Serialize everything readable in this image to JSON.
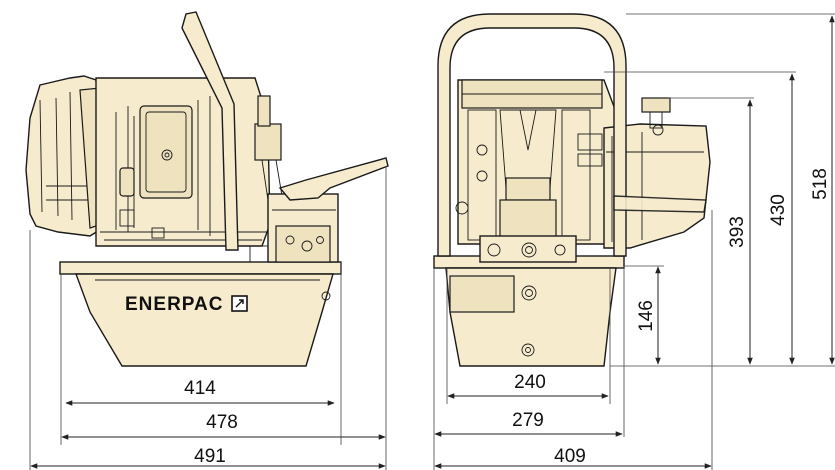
{
  "brand_text": "ENERPAC",
  "side_view": {
    "dimensions": {
      "reservoir_width": "414",
      "base_width": "478",
      "overall_length": "491"
    }
  },
  "front_view": {
    "dimensions": {
      "reservoir_width": "240",
      "base_width": "279",
      "overall_width": "409",
      "reservoir_height": "146",
      "motor_height": "393",
      "cover_height": "430",
      "overall_height": "518"
    }
  }
}
